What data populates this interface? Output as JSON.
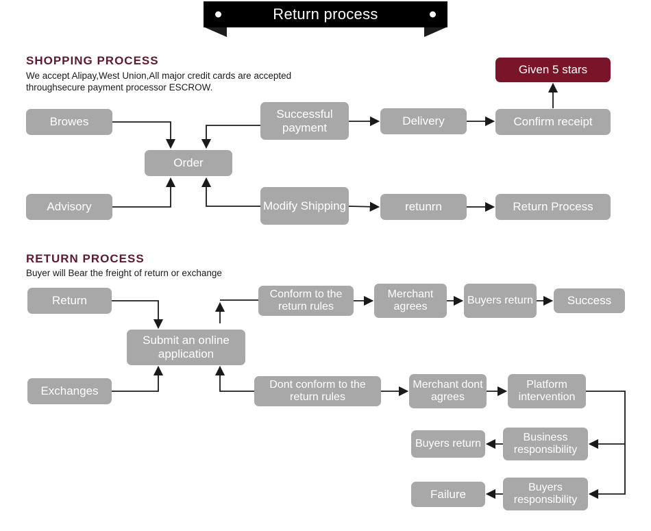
{
  "banner": {
    "title": "Return process"
  },
  "shopping": {
    "heading": "SHOPPING PROCESS",
    "subtitle_line1": "We accept Alipay,West Union,All major credit cards are accepted",
    "subtitle_line2": "throughsecure payment processor ESCROW.",
    "nodes": {
      "browes": "Browes",
      "successful_payment": "Successful payment",
      "delivery": "Delivery",
      "confirm_receipt": "Confirm receipt",
      "given_5_stars": "Given 5 stars",
      "order": "Order",
      "advisory": "Advisory",
      "modify_shipping": "Modify Shipping",
      "retunrn": "retunrn",
      "return_process": "Return Process"
    }
  },
  "returns": {
    "heading": "RETURN PROCESS",
    "subtitle": "Buyer will Bear the freight of return or exchange",
    "nodes": {
      "return": "Return",
      "conform_rules": "Conform to the return rules",
      "merchant_agrees": "Merchant agrees",
      "buyers_return_top": "Buyers return",
      "success": "Success",
      "submit_application": "Submit an online application",
      "exchanges": "Exchanges",
      "dont_conform": "Dont conform to the return rules",
      "merchant_dont_agrees": "Merchant dont agrees",
      "platform_intervention": "Platform intervention",
      "buyers_return_bottom": "Buyers return",
      "business_responsibility": "Business responsibility",
      "failure": "Failure",
      "buyers_responsibility": "Buyers responsibility"
    }
  },
  "colors": {
    "box_gray": "#a8a8a8",
    "accent_maroon": "#7a1428",
    "heading_maroon": "#5c1a2e",
    "line_black": "#1a1a1a"
  }
}
